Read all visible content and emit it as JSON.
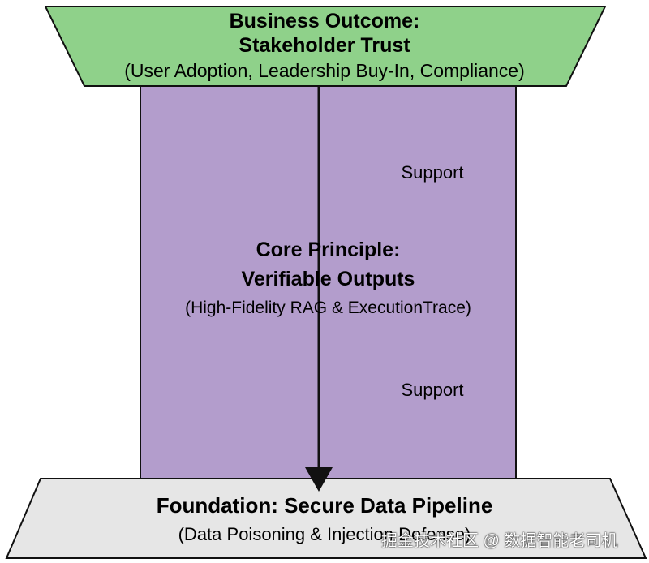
{
  "colors": {
    "top_fill": "#8fd18a",
    "middle_fill": "#b39dcc",
    "bottom_fill": "#e6e6e6",
    "outline": "#111111"
  },
  "top": {
    "title_line1": "Business Outcome:",
    "title_line2": "Stakeholder Trust",
    "subtitle": "(User Adoption, Leadership Buy-In, Compliance)"
  },
  "middle": {
    "title_line1": "Core Principle:",
    "title_line2": "Verifiable Outputs",
    "subtitle": "(High-Fidelity RAG & ExecutionTrace)",
    "support_label_upper": "Support",
    "support_label_lower": "Support"
  },
  "bottom": {
    "title": "Foundation: Secure Data Pipeline",
    "subtitle": "(Data Poisoning & Injection Defense)"
  },
  "watermark": "掘金技术社区 @ 数据智能老司机"
}
